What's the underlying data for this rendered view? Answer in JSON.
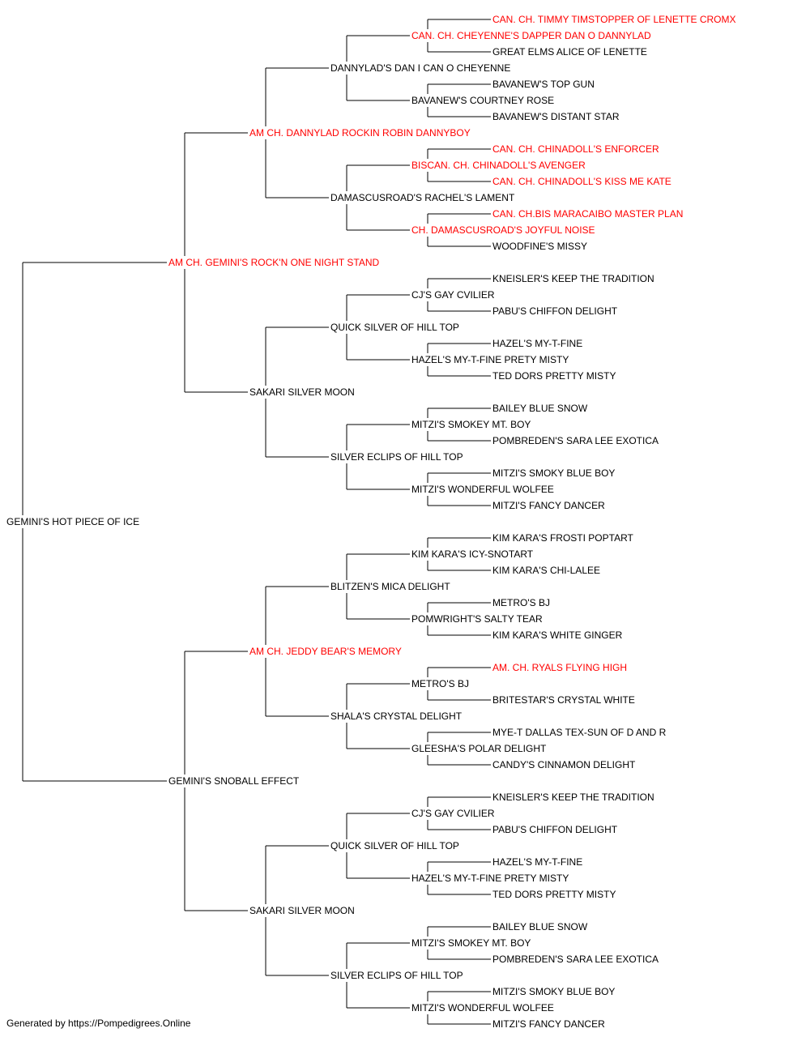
{
  "colors": {
    "champion": "#ff0000",
    "normal": "#000000",
    "line": "#000000"
  },
  "footer": "Generated by https://Pompedigrees.Online",
  "pedigree": {
    "name": "GEMINI'S HOT PIECE OF ICE",
    "champion": false,
    "sire": {
      "name": "AM CH. GEMINI'S ROCK'N ONE NIGHT STAND",
      "champion": true,
      "sire": {
        "name": "AM CH. DANNYLAD ROCKIN ROBIN DANNYBOY",
        "champion": true,
        "sire": {
          "name": "DANNYLAD'S DAN I CAN O CHEYENNE",
          "champion": false,
          "sire": {
            "name": "CAN. CH. CHEYENNE'S DAPPER DAN O DANNYLAD",
            "champion": true,
            "sire": {
              "name": "CAN. CH. TIMMY TIMSTOPPER OF LENETTE CROMX",
              "champion": true
            },
            "dam": {
              "name": "GREAT ELMS ALICE OF LENETTE",
              "champion": false
            }
          },
          "dam": {
            "name": "BAVANEW'S COURTNEY ROSE",
            "champion": false,
            "sire": {
              "name": "BAVANEW'S TOP GUN",
              "champion": false
            },
            "dam": {
              "name": "BAVANEW'S DISTANT STAR",
              "champion": false
            }
          }
        },
        "dam": {
          "name": "DAMASCUSROAD'S RACHEL'S LAMENT",
          "champion": false,
          "sire": {
            "name": "BISCAN. CH. CHINADOLL'S AVENGER",
            "champion": true,
            "sire": {
              "name": "CAN. CH. CHINADOLL'S ENFORCER",
              "champion": true
            },
            "dam": {
              "name": "CAN. CH. CHINADOLL'S KISS ME KATE",
              "champion": true
            }
          },
          "dam": {
            "name": "CH. DAMASCUSROAD'S JOYFUL NOISE",
            "champion": true,
            "sire": {
              "name": "CAN. CH.BIS MARACAIBO MASTER PLAN",
              "champion": true
            },
            "dam": {
              "name": "WOODFINE'S MISSY",
              "champion": false
            }
          }
        }
      },
      "dam": {
        "name": "SAKARI SILVER MOON",
        "champion": false,
        "sire": {
          "name": "QUICK SILVER OF HILL TOP",
          "champion": false,
          "sire": {
            "name": "CJ'S GAY CVILIER",
            "champion": false,
            "sire": {
              "name": "KNEISLER'S KEEP THE TRADITION",
              "champion": false
            },
            "dam": {
              "name": "PABU'S CHIFFON DELIGHT",
              "champion": false
            }
          },
          "dam": {
            "name": "HAZEL'S MY-T-FINE PRETY MISTY",
            "champion": false,
            "sire": {
              "name": "HAZEL'S MY-T-FINE",
              "champion": false
            },
            "dam": {
              "name": "TED DORS PRETTY MISTY",
              "champion": false
            }
          }
        },
        "dam": {
          "name": "SILVER ECLIPS OF HILL TOP",
          "champion": false,
          "sire": {
            "name": "MITZI'S SMOKEY MT. BOY",
            "champion": false,
            "sire": {
              "name": "BAILEY BLUE SNOW",
              "champion": false
            },
            "dam": {
              "name": "POMBREDEN'S SARA LEE EXOTICA",
              "champion": false
            }
          },
          "dam": {
            "name": "MITZI'S WONDERFUL WOLFEE",
            "champion": false,
            "sire": {
              "name": "MITZI'S SMOKY BLUE BOY",
              "champion": false
            },
            "dam": {
              "name": "MITZI'S FANCY DANCER",
              "champion": false
            }
          }
        }
      }
    },
    "dam": {
      "name": "GEMINI'S SNOBALL EFFECT",
      "champion": false,
      "sire": {
        "name": "AM CH. JEDDY BEAR'S MEMORY",
        "champion": true,
        "sire": {
          "name": "BLITZEN'S MICA DELIGHT",
          "champion": false,
          "sire": {
            "name": "KIM KARA'S ICY-SNOTART",
            "champion": false,
            "sire": {
              "name": "KIM KARA'S FROSTI POPTART",
              "champion": false
            },
            "dam": {
              "name": "KIM KARA'S CHI-LALEE",
              "champion": false
            }
          },
          "dam": {
            "name": "POMWRIGHT'S SALTY TEAR",
            "champion": false,
            "sire": {
              "name": "METRO'S BJ",
              "champion": false
            },
            "dam": {
              "name": "KIM KARA'S WHITE GINGER",
              "champion": false
            }
          }
        },
        "dam": {
          "name": "SHALA'S CRYSTAL DELIGHT",
          "champion": false,
          "sire": {
            "name": "METRO'S BJ",
            "champion": false,
            "sire": {
              "name": "AM. CH. RYALS FLYING HIGH",
              "champion": true
            },
            "dam": {
              "name": "BRITESTAR'S CRYSTAL WHITE",
              "champion": false
            }
          },
          "dam": {
            "name": "GLEESHA'S POLAR DELIGHT",
            "champion": false,
            "sire": {
              "name": "MYE-T DALLAS TEX-SUN OF D AND R",
              "champion": false
            },
            "dam": {
              "name": "CANDY'S CINNAMON DELIGHT",
              "champion": false
            }
          }
        }
      },
      "dam": {
        "name": "SAKARI SILVER MOON",
        "champion": false,
        "sire": {
          "name": "QUICK SILVER OF HILL TOP",
          "champion": false,
          "sire": {
            "name": "CJ'S GAY CVILIER",
            "champion": false,
            "sire": {
              "name": "KNEISLER'S KEEP THE TRADITION",
              "champion": false
            },
            "dam": {
              "name": "PABU'S CHIFFON DELIGHT",
              "champion": false
            }
          },
          "dam": {
            "name": "HAZEL'S MY-T-FINE PRETY MISTY",
            "champion": false,
            "sire": {
              "name": "HAZEL'S MY-T-FINE",
              "champion": false
            },
            "dam": {
              "name": "TED DORS PRETTY MISTY",
              "champion": false
            }
          }
        },
        "dam": {
          "name": "SILVER ECLIPS OF HILL TOP",
          "champion": false,
          "sire": {
            "name": "MITZI'S SMOKEY MT. BOY",
            "champion": false,
            "sire": {
              "name": "BAILEY BLUE SNOW",
              "champion": false
            },
            "dam": {
              "name": "POMBREDEN'S SARA LEE EXOTICA",
              "champion": false
            }
          },
          "dam": {
            "name": "MITZI'S WONDERFUL WOLFEE",
            "champion": false,
            "sire": {
              "name": "MITZI'S SMOKY BLUE BOY",
              "champion": false
            },
            "dam": {
              "name": "MITZI'S FANCY DANCER",
              "champion": false
            }
          }
        }
      }
    }
  }
}
